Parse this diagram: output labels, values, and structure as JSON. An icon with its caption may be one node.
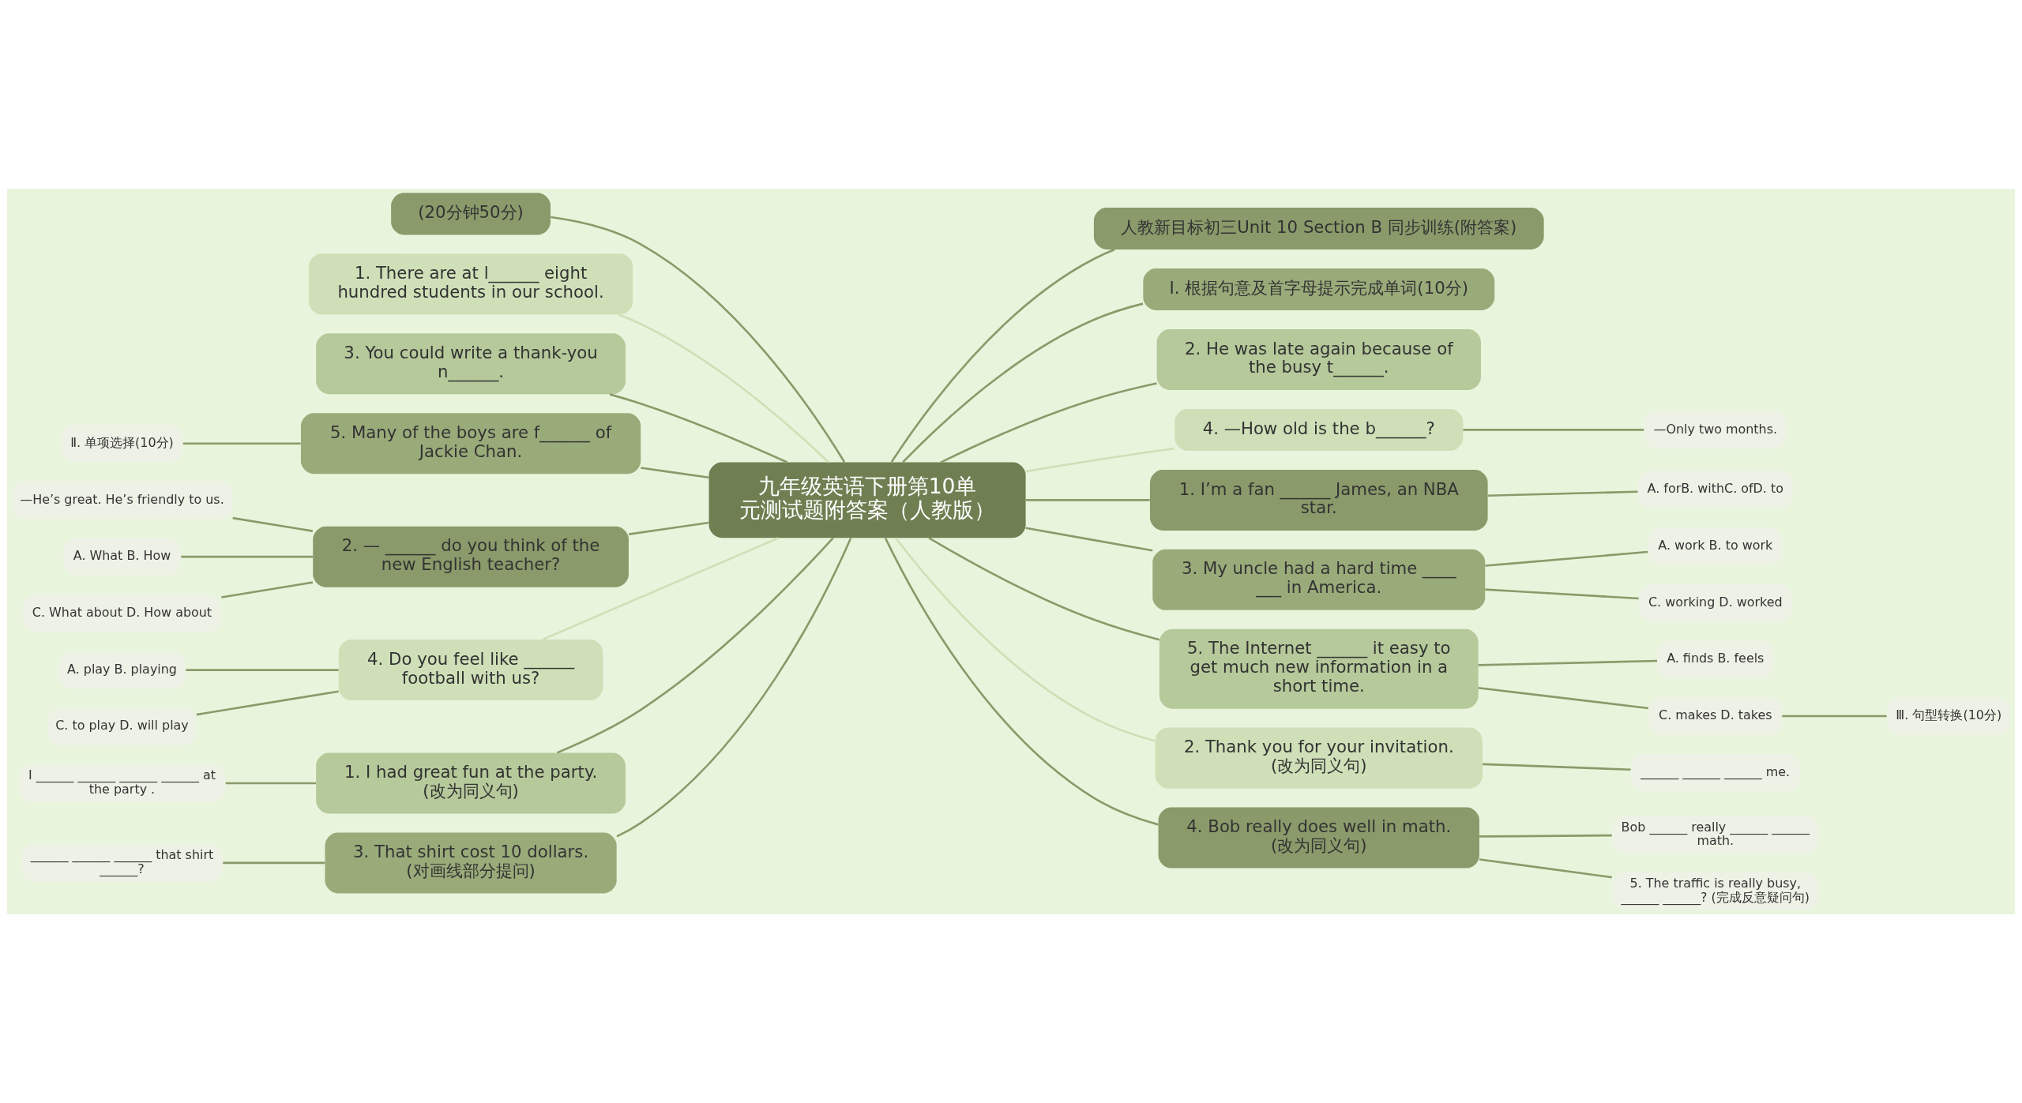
{
  "diagram": {
    "nodes": [
      {
        "text": [
          "九年级英语下册第10单元测试题附答案（人教版）"
        ]
      },
      {
        "text": [
          "(20分钟50分)"
        ]
      },
      {
        "text": [
          "1. There are at l______ eight hundred students in our school."
        ]
      },
      {
        "text": [
          "3. You could write a thank-you n______."
        ]
      },
      {
        "text": [
          "5. Many of the boys are f______ of Jackie Chan."
        ]
      },
      {
        "text": [
          "Ⅱ. 单项选择(10分)"
        ]
      },
      {
        "text": [
          "2. — ______ do you think of the new English teacher?"
        ]
      },
      {
        "text": [
          "—He’s great. He’s friendly to us."
        ]
      },
      {
        "text": [
          "A. What B. How"
        ]
      },
      {
        "text": [
          "C. What about D. How about"
        ]
      },
      {
        "text": [
          "4. Do you feel like ______ football with us?"
        ]
      },
      {
        "text": [
          "A. play B. playing"
        ]
      },
      {
        "text": [
          "C. to play D. will play"
        ]
      },
      {
        "text": [
          "1. I had great fun at the party. (改为同义句)"
        ]
      },
      {
        "text": [
          "I ______ ______ ______ ______ at the party ."
        ]
      },
      {
        "text": [
          "3. That shirt cost 10 dollars. (对画线部分提问)"
        ]
      },
      {
        "text": [
          "______ ______ ______ that shirt ______?"
        ]
      },
      {
        "text": [
          "人教新目标初三Unit 10 Section B 同步训练(附答案)"
        ]
      },
      {
        "text": [
          "Ⅰ. 根据句意及首字母提示完成单词(10分)"
        ]
      },
      {
        "text": [
          "2. He was late again because of the busy t______."
        ]
      },
      {
        "text": [
          "4. —How old is the b______?"
        ]
      },
      {
        "text": [
          "—Only two months."
        ]
      },
      {
        "text": [
          "1. I’m a fan ______ James, an NBA star."
        ]
      },
      {
        "text": [
          "A. forB. withC. ofD. to"
        ]
      },
      {
        "text": [
          "3. My uncle had a hard time ____ ___ in America."
        ]
      },
      {
        "text": [
          "A. work B. to work"
        ]
      },
      {
        "text": [
          "C. working D. worked"
        ]
      },
      {
        "text": [
          "5. The Internet ______ it easy to get much new information in a short time."
        ]
      },
      {
        "text": [
          "A. finds B. feels"
        ]
      },
      {
        "text": [
          "C. makes D. takes"
        ]
      },
      {
        "text": [
          "Ⅲ. 句型转换(10分)"
        ]
      },
      {
        "text": [
          "2. Thank you for your invitation. (改为同义句)"
        ]
      },
      {
        "text": [
          "______ ______ ______ me."
        ]
      },
      {
        "text": [
          "4. Bob really does well in math. (改为同义句)"
        ]
      },
      {
        "text": [
          "Bob ______ really ______ ______ math."
        ]
      },
      {
        "text": [
          "5. The traffic is really busy, ______ ______? (完成反意疑问句)"
        ]
      }
    ],
    "edges": [
      {
        "from": 0,
        "to": 1,
        "arrow": "none"
      },
      {
        "from": 0,
        "to": 2,
        "arrow": "none"
      },
      {
        "from": 0,
        "to": 3,
        "arrow": "none"
      },
      {
        "from": 0,
        "to": 4,
        "arrow": "none"
      },
      {
        "from": 4,
        "to": 5,
        "arrow": "none"
      },
      {
        "from": 0,
        "to": 6,
        "arrow": "none"
      },
      {
        "from": 6,
        "to": 7,
        "arrow": "none"
      },
      {
        "from": 6,
        "to": 8,
        "arrow": "none"
      },
      {
        "from": 6,
        "to": 9,
        "arrow": "none"
      },
      {
        "from": 0,
        "to": 10,
        "arrow": "none"
      },
      {
        "from": 10,
        "to": 11,
        "arrow": "none"
      },
      {
        "from": 10,
        "to": 12,
        "arrow": "none"
      },
      {
        "from": 0,
        "to": 13,
        "arrow": "none"
      },
      {
        "from": 13,
        "to": 14,
        "arrow": "none"
      },
      {
        "from": 0,
        "to": 15,
        "arrow": "none"
      },
      {
        "from": 15,
        "to": 16,
        "arrow": "none"
      },
      {
        "from": 0,
        "to": 17,
        "arrow": "none"
      },
      {
        "from": 0,
        "to": 18,
        "arrow": "none"
      },
      {
        "from": 0,
        "to": 19,
        "arrow": "none"
      },
      {
        "from": 0,
        "to": 20,
        "arrow": "none"
      },
      {
        "from": 20,
        "to": 21,
        "arrow": "none"
      },
      {
        "from": 0,
        "to": 22,
        "arrow": "none"
      },
      {
        "from": 22,
        "to": 23,
        "arrow": "none"
      },
      {
        "from": 0,
        "to": 24,
        "arrow": "none"
      },
      {
        "from": 24,
        "to": 25,
        "arrow": "none"
      },
      {
        "from": 24,
        "to": 26,
        "arrow": "none"
      },
      {
        "from": 0,
        "to": 27,
        "arrow": "none"
      },
      {
        "from": 27,
        "to": 28,
        "arrow": "none"
      },
      {
        "from": 27,
        "to": 29,
        "arrow": "none"
      },
      {
        "from": 29,
        "to": 30,
        "arrow": "none"
      },
      {
        "from": 0,
        "to": 31,
        "arrow": "none"
      },
      {
        "from": 31,
        "to": 32,
        "arrow": "none"
      },
      {
        "from": 0,
        "to": 33,
        "arrow": "none"
      },
      {
        "from": 33,
        "to": 34,
        "arrow": "none"
      },
      {
        "from": 33,
        "to": 35,
        "arrow": "none"
      }
    ]
  }
}
